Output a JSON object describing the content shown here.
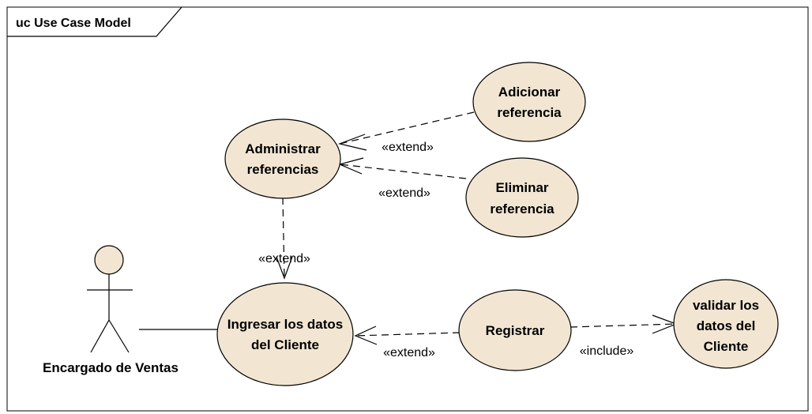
{
  "frame": {
    "title": "uc Use Case Model"
  },
  "actor": {
    "name": "Encargado de Ventas"
  },
  "use_cases": {
    "administrar": [
      "Administrar",
      "referencias"
    ],
    "adicionar": [
      "Adicionar",
      "referencia"
    ],
    "eliminar": [
      "Eliminar",
      "referencia"
    ],
    "ingresar": [
      "Ingresar los datos",
      "del Cliente"
    ],
    "registrar": [
      "Registrar"
    ],
    "validar": [
      "validar los",
      "datos del",
      "Cliente"
    ]
  },
  "relations": {
    "extend_adicionar": "«extend»",
    "extend_eliminar": "«extend»",
    "extend_administrar": "«extend»",
    "extend_registrar": "«extend»",
    "include_validar": "«include»"
  },
  "colors": {
    "use_case_fill": "#f2e6d3",
    "stroke": "#000000",
    "background": "#ffffff"
  }
}
